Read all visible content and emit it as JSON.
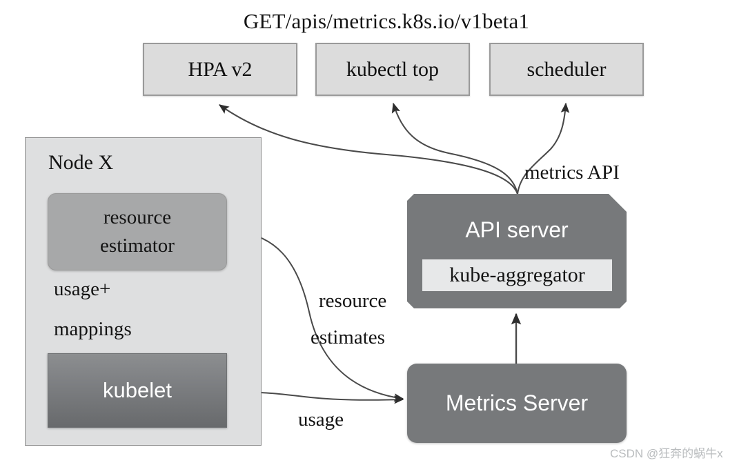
{
  "diagram": {
    "title": "GET/apis/metrics.k8s.io/v1beta1",
    "consumers": [
      {
        "id": "hpa",
        "label": "HPA v2"
      },
      {
        "id": "kubectl-top",
        "label": "kubectl top"
      },
      {
        "id": "scheduler",
        "label": "scheduler"
      }
    ],
    "node": {
      "label": "Node X",
      "estimator": {
        "line1": "resource",
        "line2": "estimator"
      },
      "kubelet": {
        "label": "kubelet"
      },
      "internal_edge": {
        "line1": "usage+",
        "line2": "mappings"
      }
    },
    "control_plane": {
      "api_server": {
        "label": "API server",
        "aggregator_label": "kube-aggregator"
      },
      "metrics_server": {
        "label": "Metrics Server"
      }
    },
    "edges": [
      {
        "id": "metrics-api",
        "label": "metrics API",
        "from": "api-server",
        "to": "consumers"
      },
      {
        "id": "resource-estimates-l1",
        "label": "resource",
        "from": "resource-estimator",
        "to": "metrics-server"
      },
      {
        "id": "resource-estimates-l2",
        "label": "estimates",
        "from": "resource-estimator",
        "to": "metrics-server"
      },
      {
        "id": "usage",
        "label": "usage",
        "from": "kubelet",
        "to": "metrics-server"
      }
    ],
    "watermark": "CSDN @狂奔的蜗牛x",
    "colors": {
      "consumer_fill": "#dcdcdc",
      "consumer_border": "#9a9a9a",
      "node_fill": "#dedfe0",
      "node_border": "#8d8d8d",
      "estimator_fill": "#a7a8a9",
      "kubelet_fill_top": "#8c8e90",
      "kubelet_fill_bottom": "#686a6c",
      "server_fill": "#77797b",
      "aggregator_fill": "#e7e8e9",
      "text_dark": "#141414",
      "text_light": "#ffffff",
      "wire": "#4a4a4a",
      "watermark": "#b9bcbe"
    }
  }
}
